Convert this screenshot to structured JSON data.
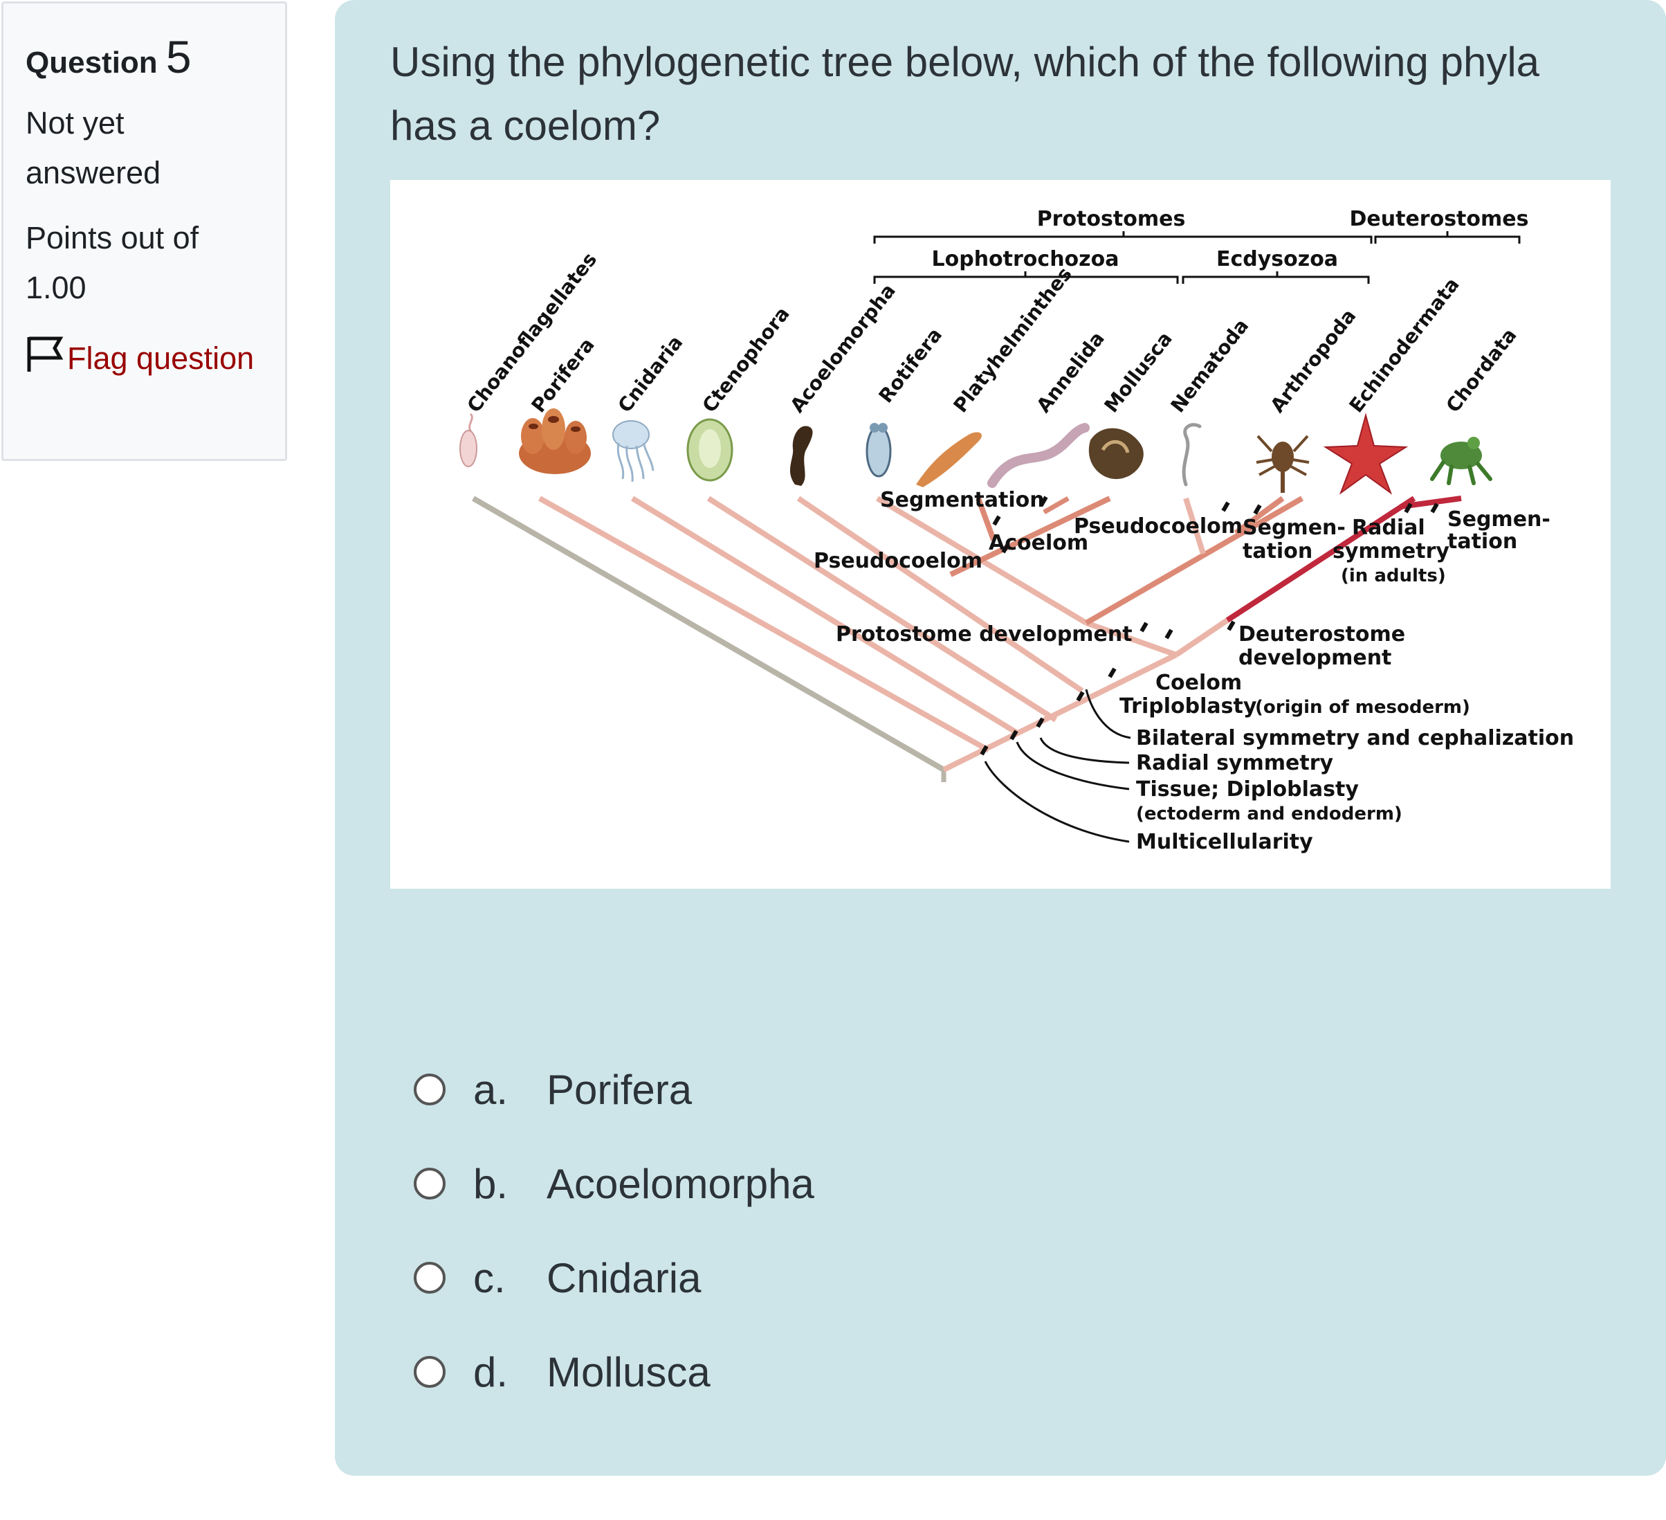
{
  "info": {
    "question_label": "Question",
    "question_number": "5",
    "state": "Not yet answered",
    "points": "Points out of 1.00",
    "flag_label": "Flag question"
  },
  "question": {
    "text": "Using the phylogenetic tree below, which of the following phyla has a coelom?"
  },
  "figure": {
    "groups": {
      "protostomes": "Protostomes",
      "deuterostomes": "Deuterostomes",
      "lophotrochozoa": "Lophotrochozoa",
      "ecdysozoa": "Ecdysozoa"
    },
    "taxa": [
      "Choanoflagellates",
      "Porifera",
      "Cnidaria",
      "Ctenophora",
      "Acoelomorpha",
      "Rotifera",
      "Platyhelminthes",
      "Annelida",
      "Mollusca",
      "Nematoda",
      "Arthropoda",
      "Echinodermata",
      "Chordata"
    ],
    "node_labels": {
      "segmentation": "Segmentation",
      "pseudocoelom_nematoda": "Pseudocoelom",
      "acoelom": "Acoelom",
      "pseudocoelom_rotifera": "Pseudocoelom",
      "segmen_arthropoda_1": "Segmen-",
      "segmen_arthropoda_2": "tation",
      "radial_1": "Radial",
      "radial_2": "symmetry",
      "radial_3": "(in adults)",
      "segmen_chordata_1": "Segmen-",
      "segmen_chordata_2": "tation",
      "protostome_dev": "Protostome development",
      "deuterostome_dev_1": "Deuterostome",
      "deuterostome_dev_2": "development",
      "coelom": "Coelom",
      "triploblasty": "Triploblasty",
      "triploblasty_note": "(origin of mesoderm)",
      "bilateral": "Bilateral symmetry and cephalization",
      "radial_symmetry": "Radial symmetry",
      "tissue": "Tissue; Diploblasty",
      "tissue_note": "(ectoderm and endoderm)",
      "multicellularity": "Multicellularity"
    },
    "colors": {
      "basal": "#b8b4a8",
      "light_branch": "#eab5a8",
      "mid_branch": "#dc8a76",
      "deuterostome_branch": "#c0283c"
    }
  },
  "answers": [
    {
      "letter": "a.",
      "text": "Porifera"
    },
    {
      "letter": "b.",
      "text": "Acoelomorpha"
    },
    {
      "letter": "c.",
      "text": "Cnidaria"
    },
    {
      "letter": "d.",
      "text": "Mollusca"
    }
  ]
}
